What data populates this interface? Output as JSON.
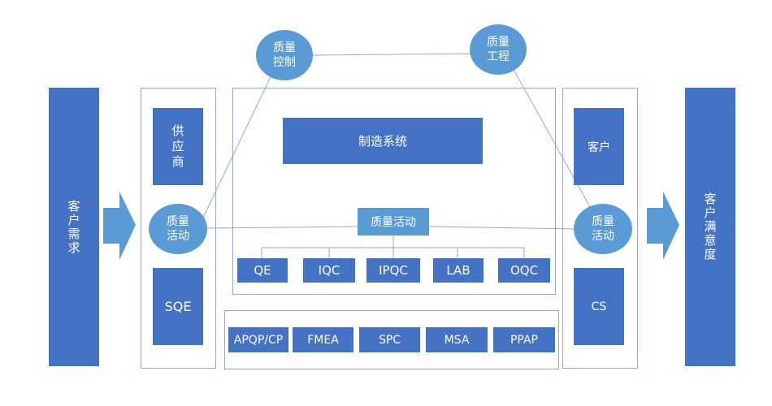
{
  "left_bar": {
    "label": "客户需求"
  },
  "right_bar": {
    "label": "客户满意度"
  },
  "supplier": {
    "label": "供\n应\n商"
  },
  "sqe": {
    "label": "SQE"
  },
  "customer": {
    "label": "客户"
  },
  "cs": {
    "label": "CS"
  },
  "manufacturing": {
    "label": "制造系统"
  },
  "quality_activity_center": {
    "label": "质量活动"
  },
  "circles": {
    "quality_control": "质量\n控制",
    "quality_engineering": "质量\n工程",
    "quality_activity_left": "质量\n活动",
    "quality_activity_right": "质量\n活动"
  },
  "process_boxes": [
    "QE",
    "IQC",
    "IPQC",
    "LAB",
    "OQC"
  ],
  "tools": [
    "APQP/CP",
    "FMEA",
    "SPC",
    "MSA",
    "PPAP"
  ],
  "colors": {
    "dark_blue": "#4472c4",
    "light_blue": "#5b9bd5",
    "frame": "#8faadc"
  }
}
